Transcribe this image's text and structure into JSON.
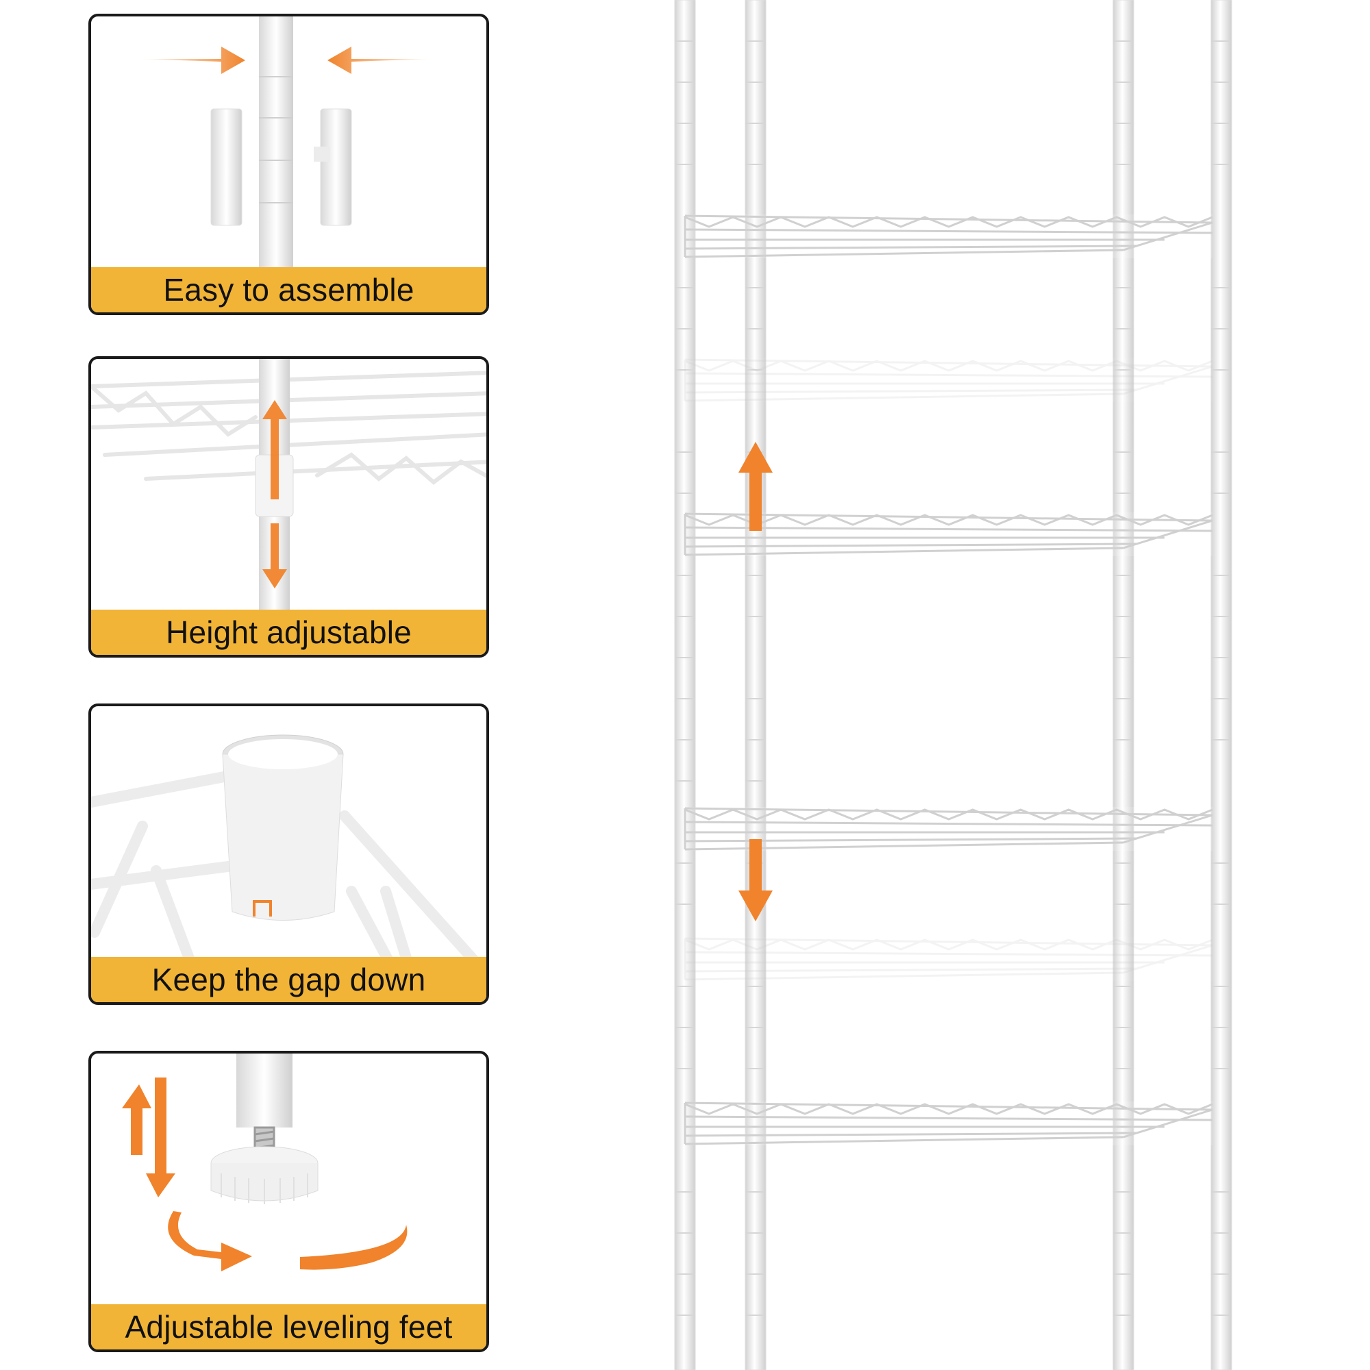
{
  "features": [
    {
      "caption": "Easy to assemble",
      "icon": "pole-clip-icon"
    },
    {
      "caption": "Height adjustable",
      "icon": "height-adjust-icon"
    },
    {
      "caption": "Keep the gap down",
      "icon": "shelf-sleeve-icon"
    },
    {
      "caption": "Adjustable leveling feet",
      "icon": "leveling-foot-icon"
    }
  ],
  "rack": {
    "shelves_solid": 4,
    "shelves_ghost": 2
  },
  "colors": {
    "accent_orange": "#f0832b",
    "caption_bg": "#f1b437",
    "frame_border": "#1a1a1a",
    "metal_white": "#f7f7f7",
    "metal_shadow": "#d4d4d4"
  }
}
